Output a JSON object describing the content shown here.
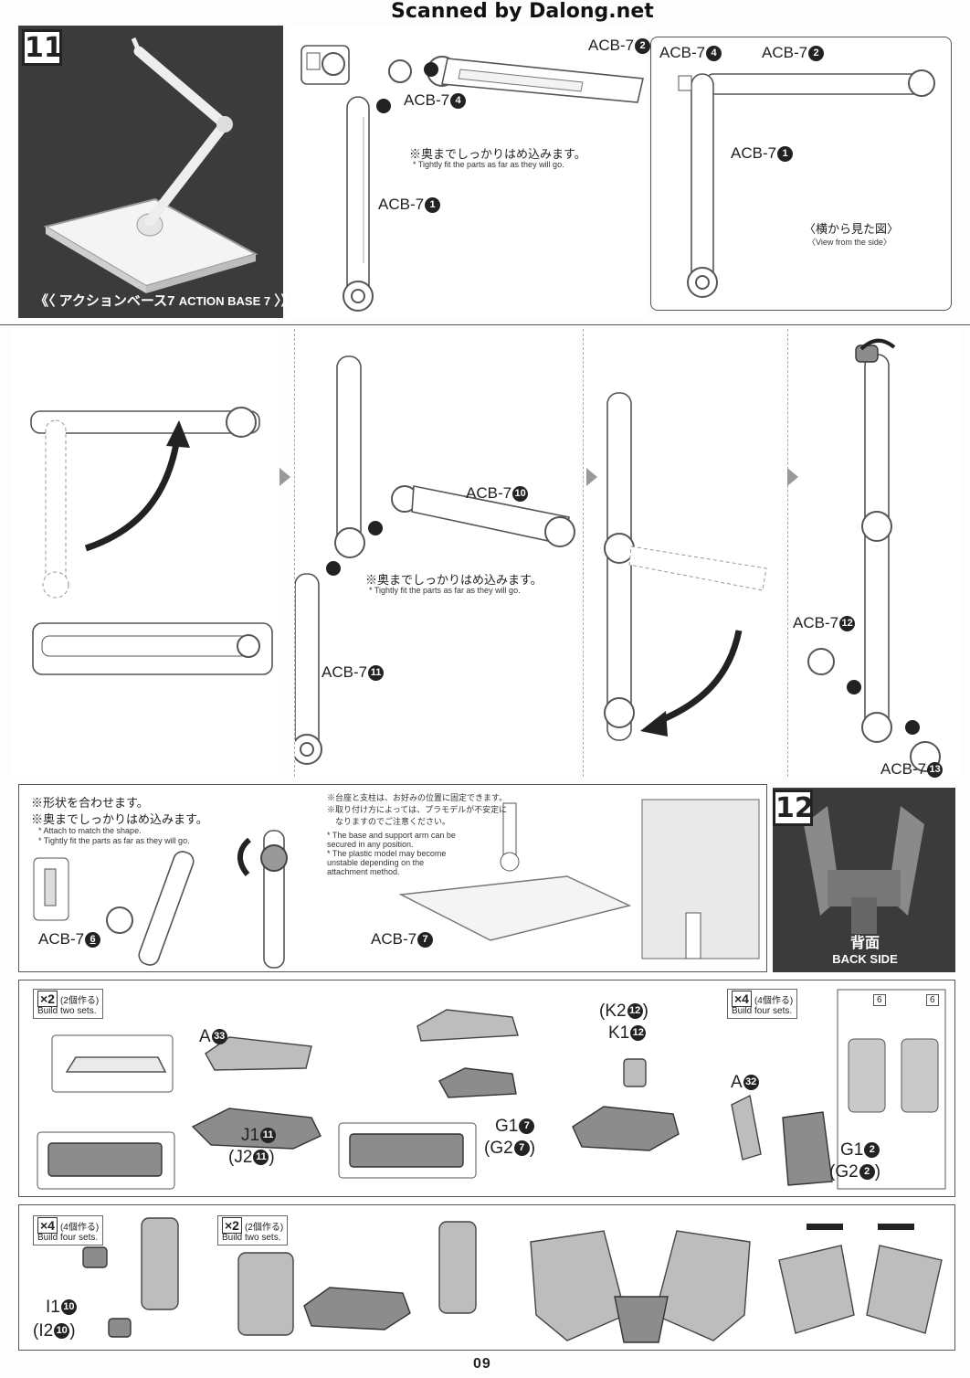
{
  "header": {
    "scan_credit": "Scanned by Dalong.net"
  },
  "page_number": "09",
  "step11": {
    "number": "11",
    "banner_jp": "アクションベース7",
    "banner_en": "ACTION BASE 7",
    "labels": {
      "acb7_2": "ACB-7",
      "acb7_4": "ACB-7",
      "acb7_1": "ACB-7",
      "acb7_4b": "ACB-7",
      "acb7_2b": "ACB-7",
      "acb7_1b": "ACB-7",
      "acb7_10": "ACB-7",
      "acb7_11": "ACB-7",
      "acb7_12": "ACB-7",
      "acb7_13": "ACB-7",
      "acb7_6": "ACB-7",
      "acb7_7": "ACB-7"
    },
    "nums": {
      "n1": "1",
      "n2": "2",
      "n4": "4",
      "n6": "6",
      "n7": "7",
      "n10": "10",
      "n11": "11",
      "n12": "12",
      "n13": "13"
    },
    "note_fit_jp": "※奥までしっかりはめ込みます。",
    "note_fit_en": "* Tightly fit the parts as far as they will go.",
    "side_view_jp": "〈横から見た図〉",
    "side_view_en": "〈View from the side〉",
    "shape_jp": "※形状を合わせます。",
    "shape_en": "* Attach to match the shape.",
    "base_notes_jp": [
      "※台座と支柱は、お好みの位置に固定できます。",
      "※取り付け方によっては、プラモデルが不安定に",
      "　なりますのでご注意ください。"
    ],
    "base_notes_en": [
      "* The base and support arm can be",
      "  secured in any position.",
      "* The plastic model may become",
      "  unstable depending on the",
      "  attachment method."
    ]
  },
  "step12": {
    "number": "12",
    "banner_jp": "背面",
    "banner_en": "BACK SIDE",
    "build_two_jp": "(2個作る)",
    "build_two_en": "Build two sets.",
    "build_four_jp": "(4個作る)",
    "build_four_en": "Build four sets.",
    "x2": "×2",
    "x4": "×4",
    "parts": {
      "a33": "A",
      "j1_11": "J1",
      "j2_11": "(J2",
      "g1_7": "G1",
      "g2_7": "(G2",
      "k2_12": "(K2",
      "k1_12": "K1",
      "a32": "A",
      "g1_2": "G1",
      "g2_2": "(G2",
      "i1_10": "I1",
      "i2_10": "(I2"
    },
    "close_paren": ")",
    "sticker_num": "6"
  }
}
